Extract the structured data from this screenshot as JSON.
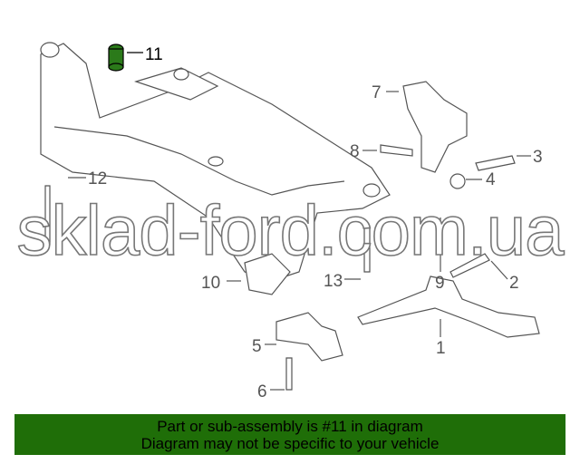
{
  "diagram": {
    "callouts": [
      "11",
      "7",
      "8",
      "3",
      "4",
      "9",
      "12",
      "2",
      "10",
      "13",
      "1",
      "5",
      "6"
    ],
    "highlighted_part": "11",
    "highlight_color": "#1f6e08"
  },
  "watermark": "sklad-ford.com.ua",
  "banner": {
    "line1": "Part or sub-assembly is #11 in diagram",
    "line2": "Diagram may not be specific to your vehicle",
    "color": "#1f6e08"
  }
}
